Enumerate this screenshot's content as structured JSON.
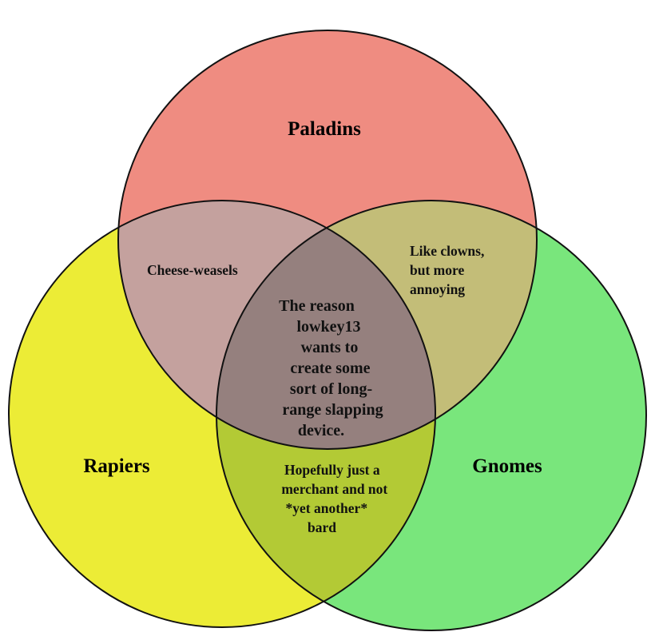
{
  "sets": {
    "paladins": {
      "label": "Paladins",
      "color": "#ef8c81"
    },
    "rapiers": {
      "label": "Rapiers",
      "color": "#ecec36"
    },
    "gnomes": {
      "label": "Gnomes",
      "color": "#79e67c"
    }
  },
  "overlap_colors": {
    "paladins_rapiers": "#c4a19e",
    "paladins_gnomes": "#c3bd78",
    "rapiers_gnomes": "#b3ca35",
    "all": "#95807e"
  },
  "intersections": {
    "paladins_rapiers": [
      "Cheese-weasels"
    ],
    "paladins_gnomes": [
      "Like clowns,",
      "but more",
      "annoying"
    ],
    "rapiers_gnomes": [
      "Hopefully just a",
      "merchant and not",
      "*yet another*",
      "bard"
    ],
    "all": [
      "The reason",
      "lowkey13",
      "wants to",
      "create some",
      "sort of long-",
      "range slapping",
      "device."
    ]
  }
}
